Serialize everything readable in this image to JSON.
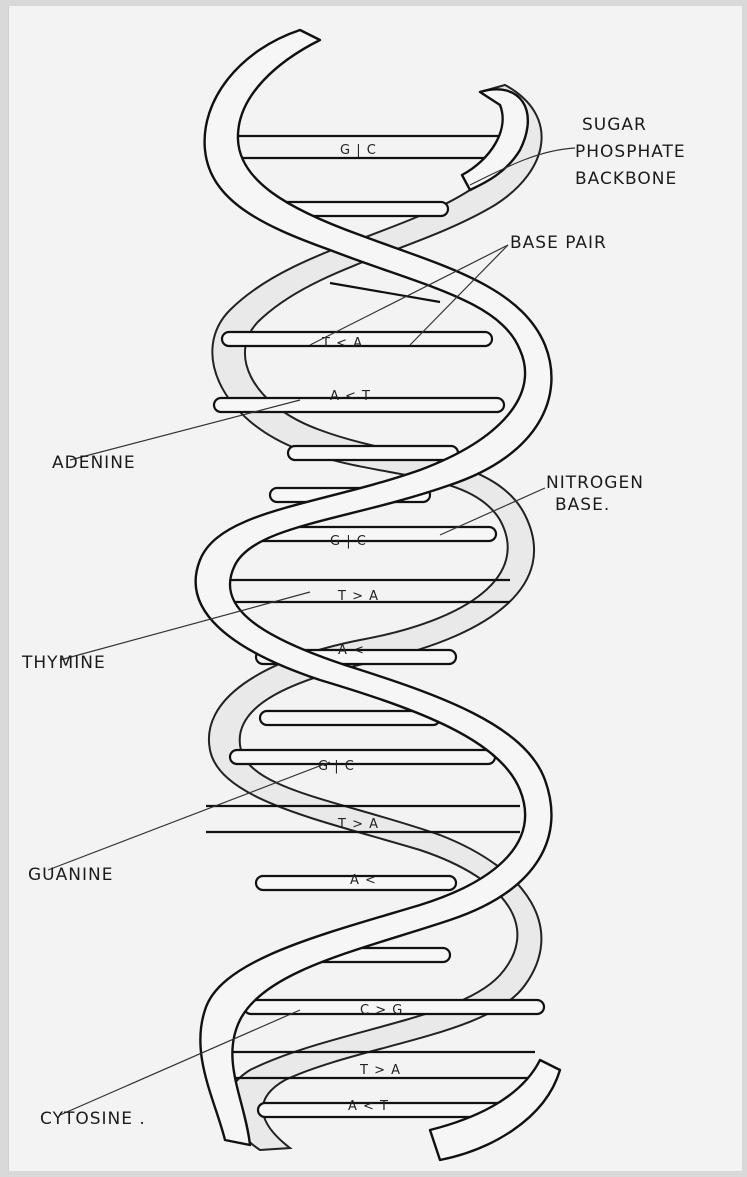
{
  "labels": {
    "sugar_phosphate": [
      "SUGAR",
      "PHOSPHATE",
      "BACKBONE"
    ],
    "base_pair": "BASE PAIR",
    "nitrogen_base": [
      "NITROGEN",
      "BASE."
    ],
    "adenine": "ADENINE",
    "thymine": "THYMINE",
    "guanine": "GUANINE",
    "cytosine": "CYTOSINE ."
  },
  "base_pairs": [
    "G | C",
    "T < A",
    "A < T",
    "G | C",
    "T > A",
    "A <",
    "G | C",
    "T > A",
    "A <",
    "C > G",
    "T > A",
    "A < T"
  ]
}
